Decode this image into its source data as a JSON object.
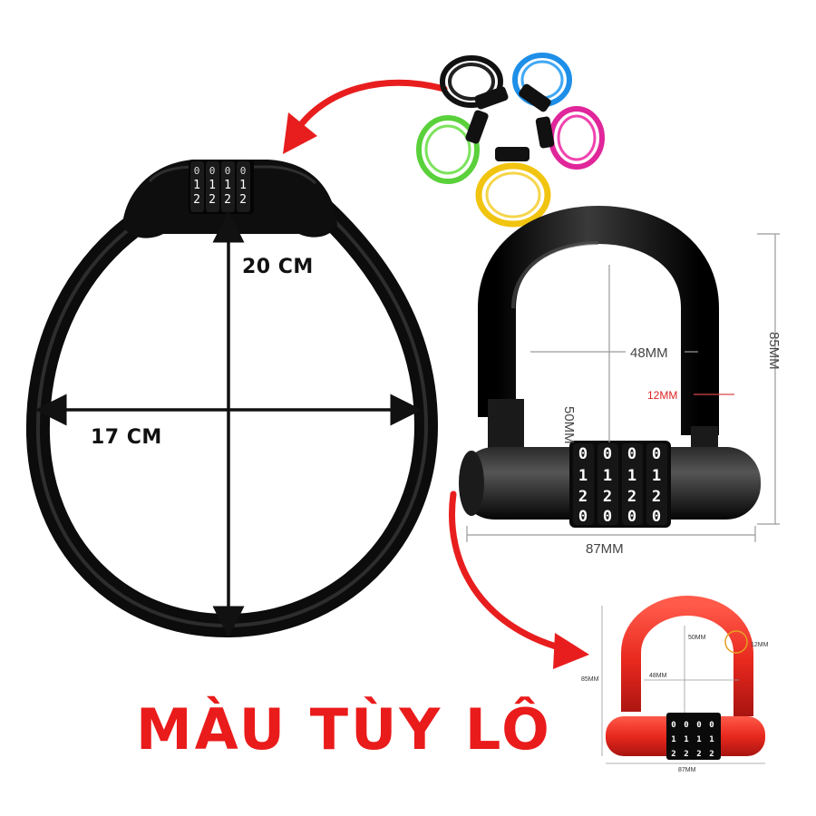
{
  "cable_lock": {
    "height_label": "20 CM",
    "width_label": "17 CM",
    "dial_digits": [
      [
        "0",
        "1",
        "2"
      ],
      [
        "0",
        "1",
        "2"
      ],
      [
        "0",
        "1",
        "2"
      ],
      [
        "0",
        "1",
        "2"
      ]
    ]
  },
  "u_lock_black": {
    "width_label": "48MM",
    "height_label": "50MM",
    "shackle_label": "12MM",
    "total_height_label": "85MM",
    "body_width_label": "87MM",
    "dial_digits": [
      "0",
      "1",
      "2",
      "0"
    ]
  },
  "u_lock_red": {
    "height_label": "50MM",
    "shackle_label": "12MM",
    "width_label": "48MM",
    "total_height_label": "85MM",
    "body_width_label": "87MM"
  },
  "color_variants": [
    "#111111",
    "#1e8fe8",
    "#e0269a",
    "#f1c40f",
    "#5ad13b"
  ],
  "colors": {
    "accent_red": "#e81e1e",
    "lock_black": "#111111",
    "lock_red": "#e8281e"
  },
  "color_note": "MÀU TÙY LÔ"
}
